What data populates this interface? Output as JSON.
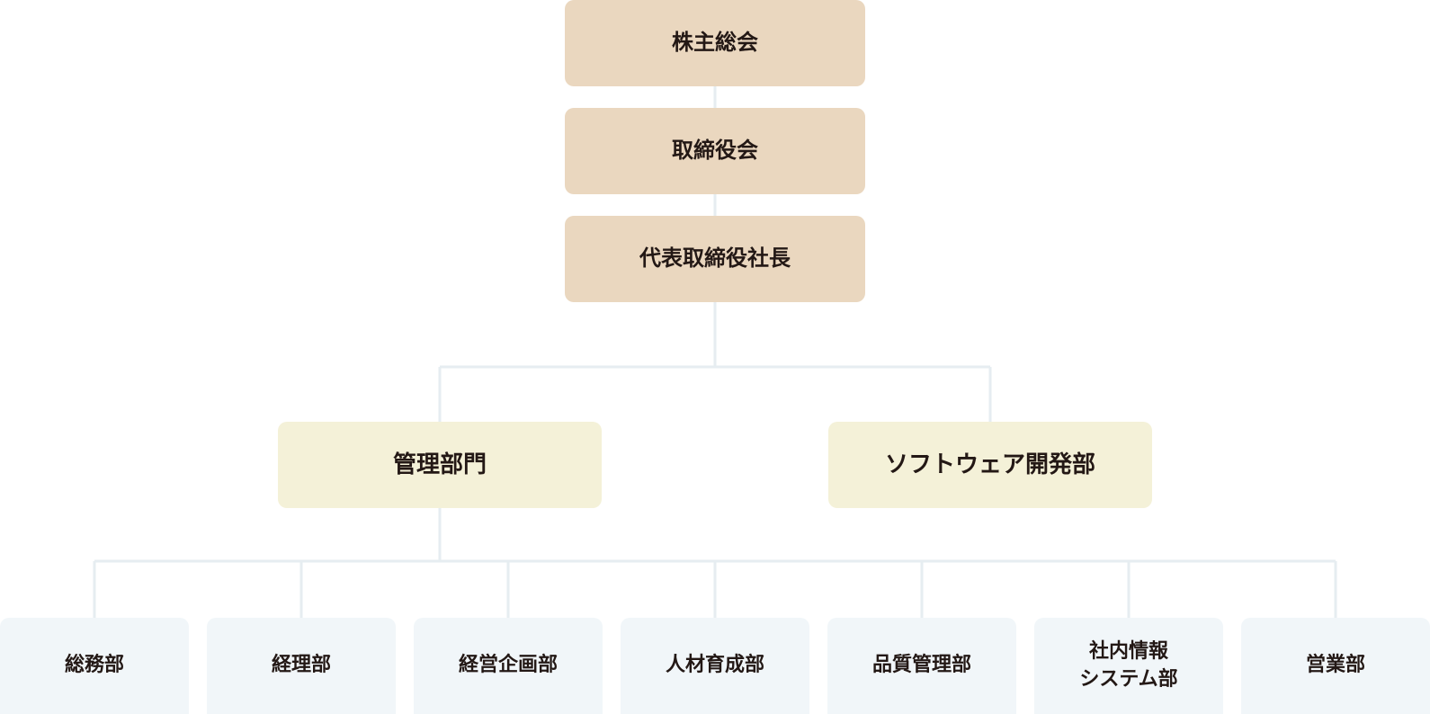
{
  "executive": {
    "shareholders": "株主総会",
    "board": "取締役会",
    "president": "代表取締役社長"
  },
  "divisions": {
    "admin": "管理部門",
    "software": "ソフトウェア開発部"
  },
  "departments": [
    "総務部",
    "経理部",
    "経営企画部",
    "人材育成部",
    "品質管理部",
    "社内情報\nシステム部",
    "営業部"
  ],
  "colors": {
    "executive_box": "#ead7bf",
    "division_box": "#f4f1d8",
    "department_box": "#f1f6f9",
    "connector": "#e6edf1",
    "text": "#231815"
  }
}
